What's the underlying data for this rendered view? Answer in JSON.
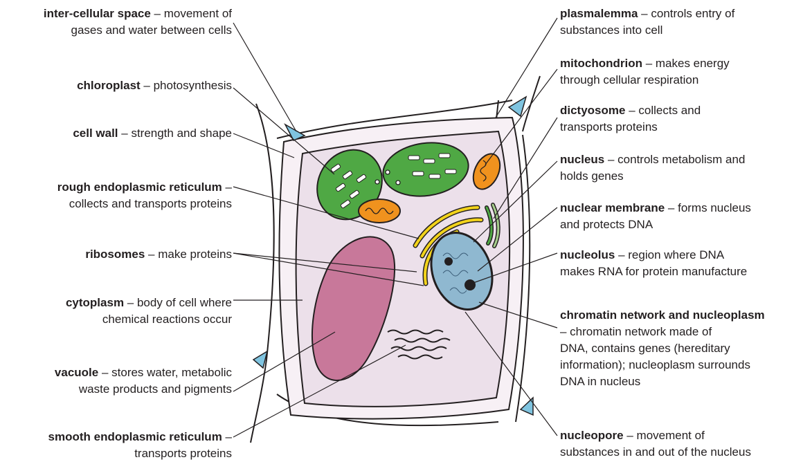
{
  "labels_left": [
    {
      "id": "inter-cellular-space",
      "term": "inter-cellular space",
      "sep": " – ",
      "desc": [
        "movement of",
        "gases and water between cells"
      ]
    },
    {
      "id": "chloroplast",
      "term": "chloroplast",
      "sep": " – ",
      "desc": [
        "photosynthesis"
      ]
    },
    {
      "id": "cell-wall",
      "term": "cell wall",
      "sep": " – ",
      "desc": [
        "strength and shape"
      ]
    },
    {
      "id": "rough-endoplasmic-reticulum",
      "term": "rough endoplasmic reticulum",
      "sep": " –",
      "desc": [
        "",
        "collects and transports proteins"
      ]
    },
    {
      "id": "ribosomes",
      "term": "ribosomes",
      "sep": " – ",
      "desc": [
        "make proteins"
      ]
    },
    {
      "id": "cytoplasm",
      "term": "cytoplasm",
      "sep": " – ",
      "desc": [
        "body of cell where",
        "chemical reactions occur"
      ]
    },
    {
      "id": "vacuole",
      "term": "vacuole",
      "sep": " – ",
      "desc": [
        "stores water, metabolic",
        "waste products and pigments"
      ]
    },
    {
      "id": "smooth-endoplasmic-reticulum",
      "term": "smooth endoplasmic reticulum",
      "sep": " –",
      "desc": [
        "",
        "transports proteins"
      ]
    }
  ],
  "labels_right": [
    {
      "id": "plasmalemma",
      "term": "plasmalemma",
      "sep": " – ",
      "desc": [
        "controls entry of",
        "substances into cell"
      ]
    },
    {
      "id": "mitochondrion",
      "term": "mitochondrion",
      "sep": " – ",
      "desc": [
        "makes energy",
        "through cellular respiration"
      ]
    },
    {
      "id": "dictyosome",
      "term": "dictyosome",
      "sep": " – ",
      "desc": [
        "collects and",
        "transports proteins"
      ]
    },
    {
      "id": "nucleus",
      "term": "nucleus",
      "sep": " – ",
      "desc": [
        "controls metabolism and",
        "holds genes"
      ]
    },
    {
      "id": "nuclear-membrane",
      "term": "nuclear membrane",
      "sep": " – ",
      "desc": [
        "forms nucleus",
        "and protects DNA"
      ]
    },
    {
      "id": "nucleolus",
      "term": "nucleolus",
      "sep": " – ",
      "desc": [
        "region where DNA",
        "makes RNA for protein manufacture"
      ]
    },
    {
      "id": "chromatin-network-and-nucleoplasm",
      "term": "chromatin network and nucleoplasm",
      "sep": "",
      "desc": [
        "",
        "– chromatin network made of",
        "DNA, contains genes (hereditary",
        "information); nucleoplasm surrounds",
        "DNA in nucleus"
      ]
    },
    {
      "id": "nucleopore",
      "term": "nucleopore",
      "sep": " – ",
      "desc": [
        " movement of",
        "substances in and out of the nucleus"
      ]
    }
  ],
  "colors": {
    "cell_wall": "#f7f0f5",
    "cytoplasm": "#ece0ea",
    "outline": "#231f20",
    "intercellular": "#7fc4e0",
    "chloroplast": "#4fa844",
    "mitochondrion": "#f0921e",
    "vacuole": "#c8789a",
    "nucleus": "#8fb8d0",
    "er_yellow": "#f2d31b"
  }
}
